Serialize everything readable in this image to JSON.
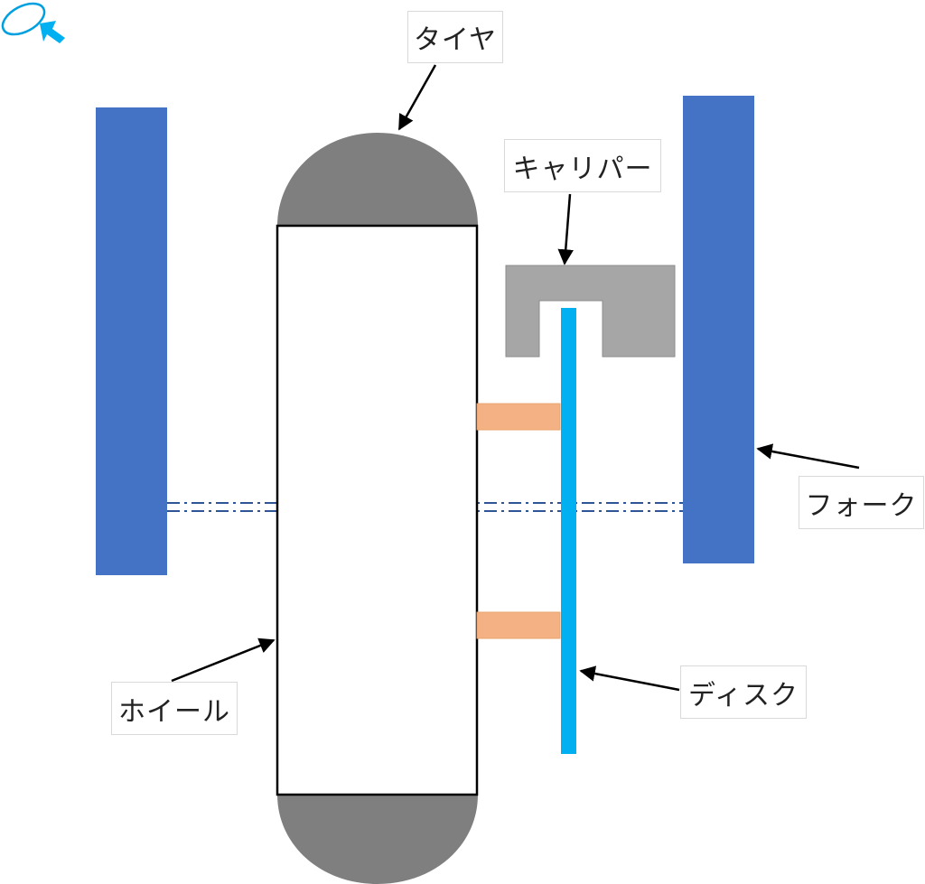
{
  "labels": {
    "tire": "タイヤ",
    "caliper": "キャリパー",
    "fork": "フォーク",
    "wheel": "ホイール",
    "disc": "ディスク"
  },
  "icons": {
    "corner": "cursor-ring-icon"
  },
  "colors": {
    "fork": "#4472c4",
    "tire": "#7f7f7f",
    "caliper": "#a6a6a6",
    "disc": "#00b0f0",
    "pad": "#f4b183",
    "axle": "#2f5597",
    "wheel_border": "#000000",
    "arrow": "#000000"
  }
}
